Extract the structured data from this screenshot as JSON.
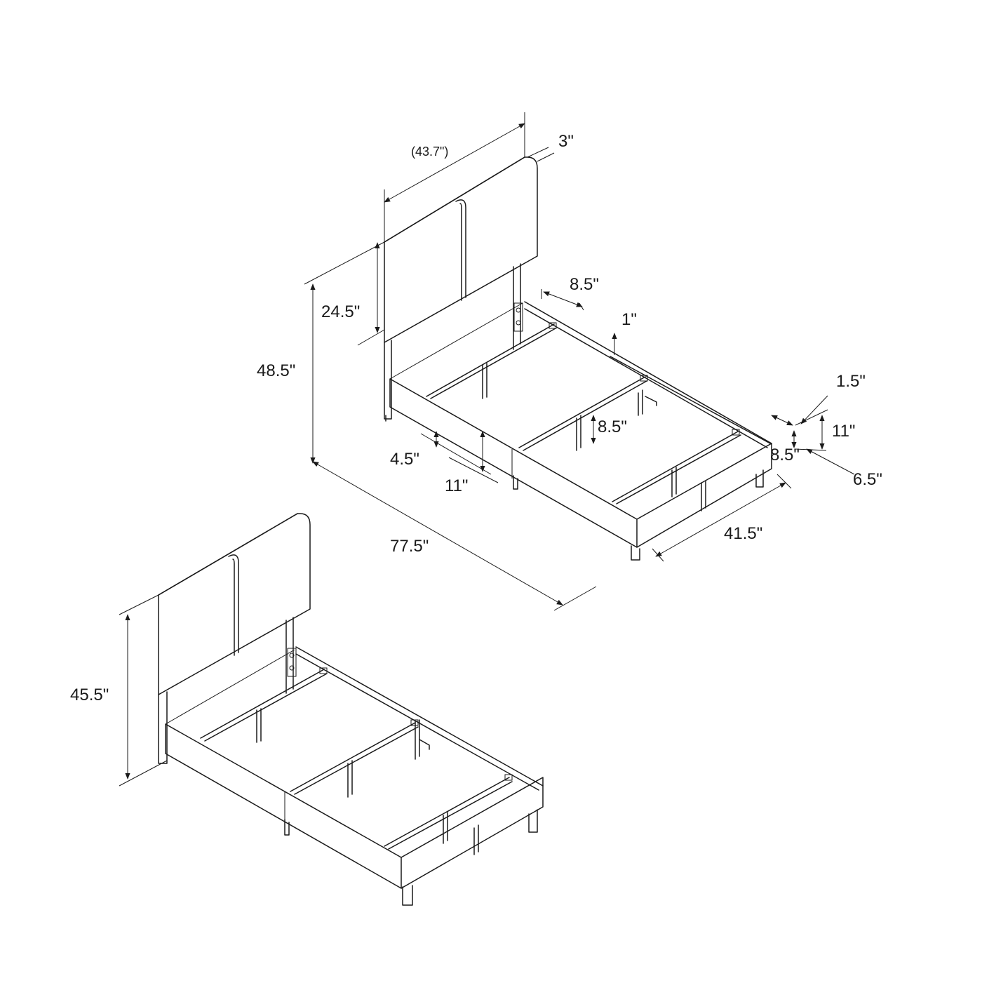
{
  "diagram": {
    "dimensions": {
      "headboard_width": "(43.7\")",
      "headboard_depth": "3\"",
      "headboard_panel_height": "24.5\"",
      "total_height": "48.5\"",
      "rail_inset": "8.5\"",
      "slat_thickness": "1\"",
      "leg_height": "8.5\"",
      "rail_thickness": "1.5\"",
      "frame_height": "11\"",
      "corner_inset": "8.5\"",
      "leg_offset": "6.5\"",
      "under_clearance": "4.5\"",
      "side_frame_height": "11\"",
      "frame_width": "41.5\"",
      "total_length": "77.5\"",
      "alt_total_height": "45.5\""
    }
  }
}
